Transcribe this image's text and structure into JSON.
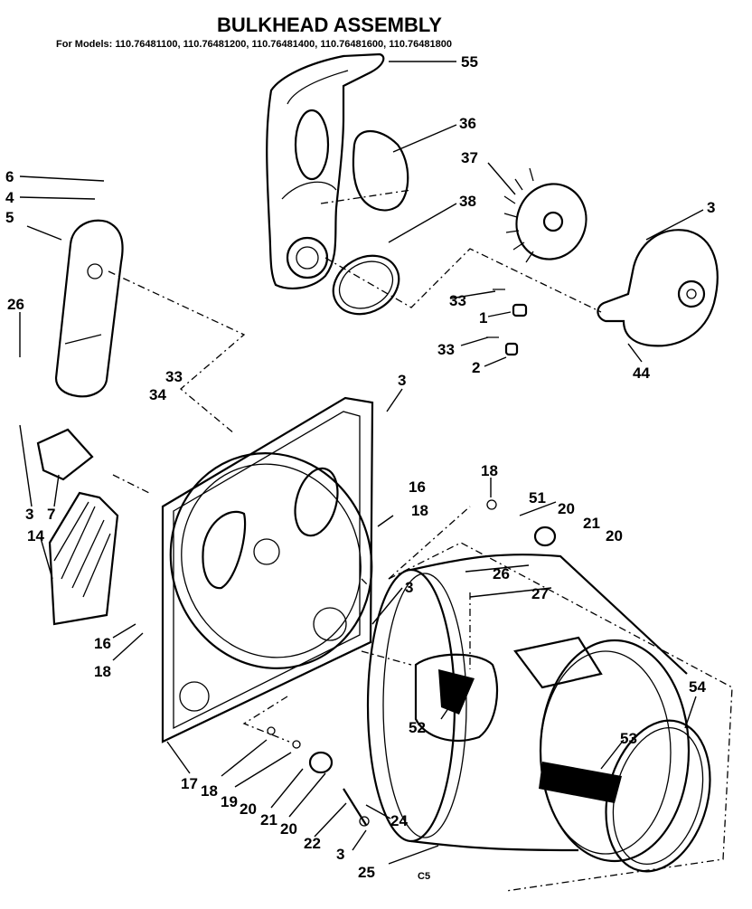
{
  "title": "BULKHEAD ASSEMBLY",
  "models_line": "For Models: 110.76481100, 110.76481200, 110.76481400, 110.76481600, 110.76481800",
  "footer_code": "C5",
  "callouts": [
    "55",
    "36",
    "37",
    "38",
    "3",
    "6",
    "4",
    "5",
    "26",
    "33",
    "34",
    "33",
    "1",
    "33",
    "2",
    "44",
    "3",
    "7",
    "14",
    "3",
    "16",
    "18",
    "18",
    "51",
    "20",
    "21",
    "20",
    "26",
    "27",
    "3",
    "16",
    "18",
    "52",
    "54",
    "53",
    "17",
    "18",
    "19",
    "20",
    "21",
    "20",
    "22",
    "24",
    "3",
    "25"
  ]
}
